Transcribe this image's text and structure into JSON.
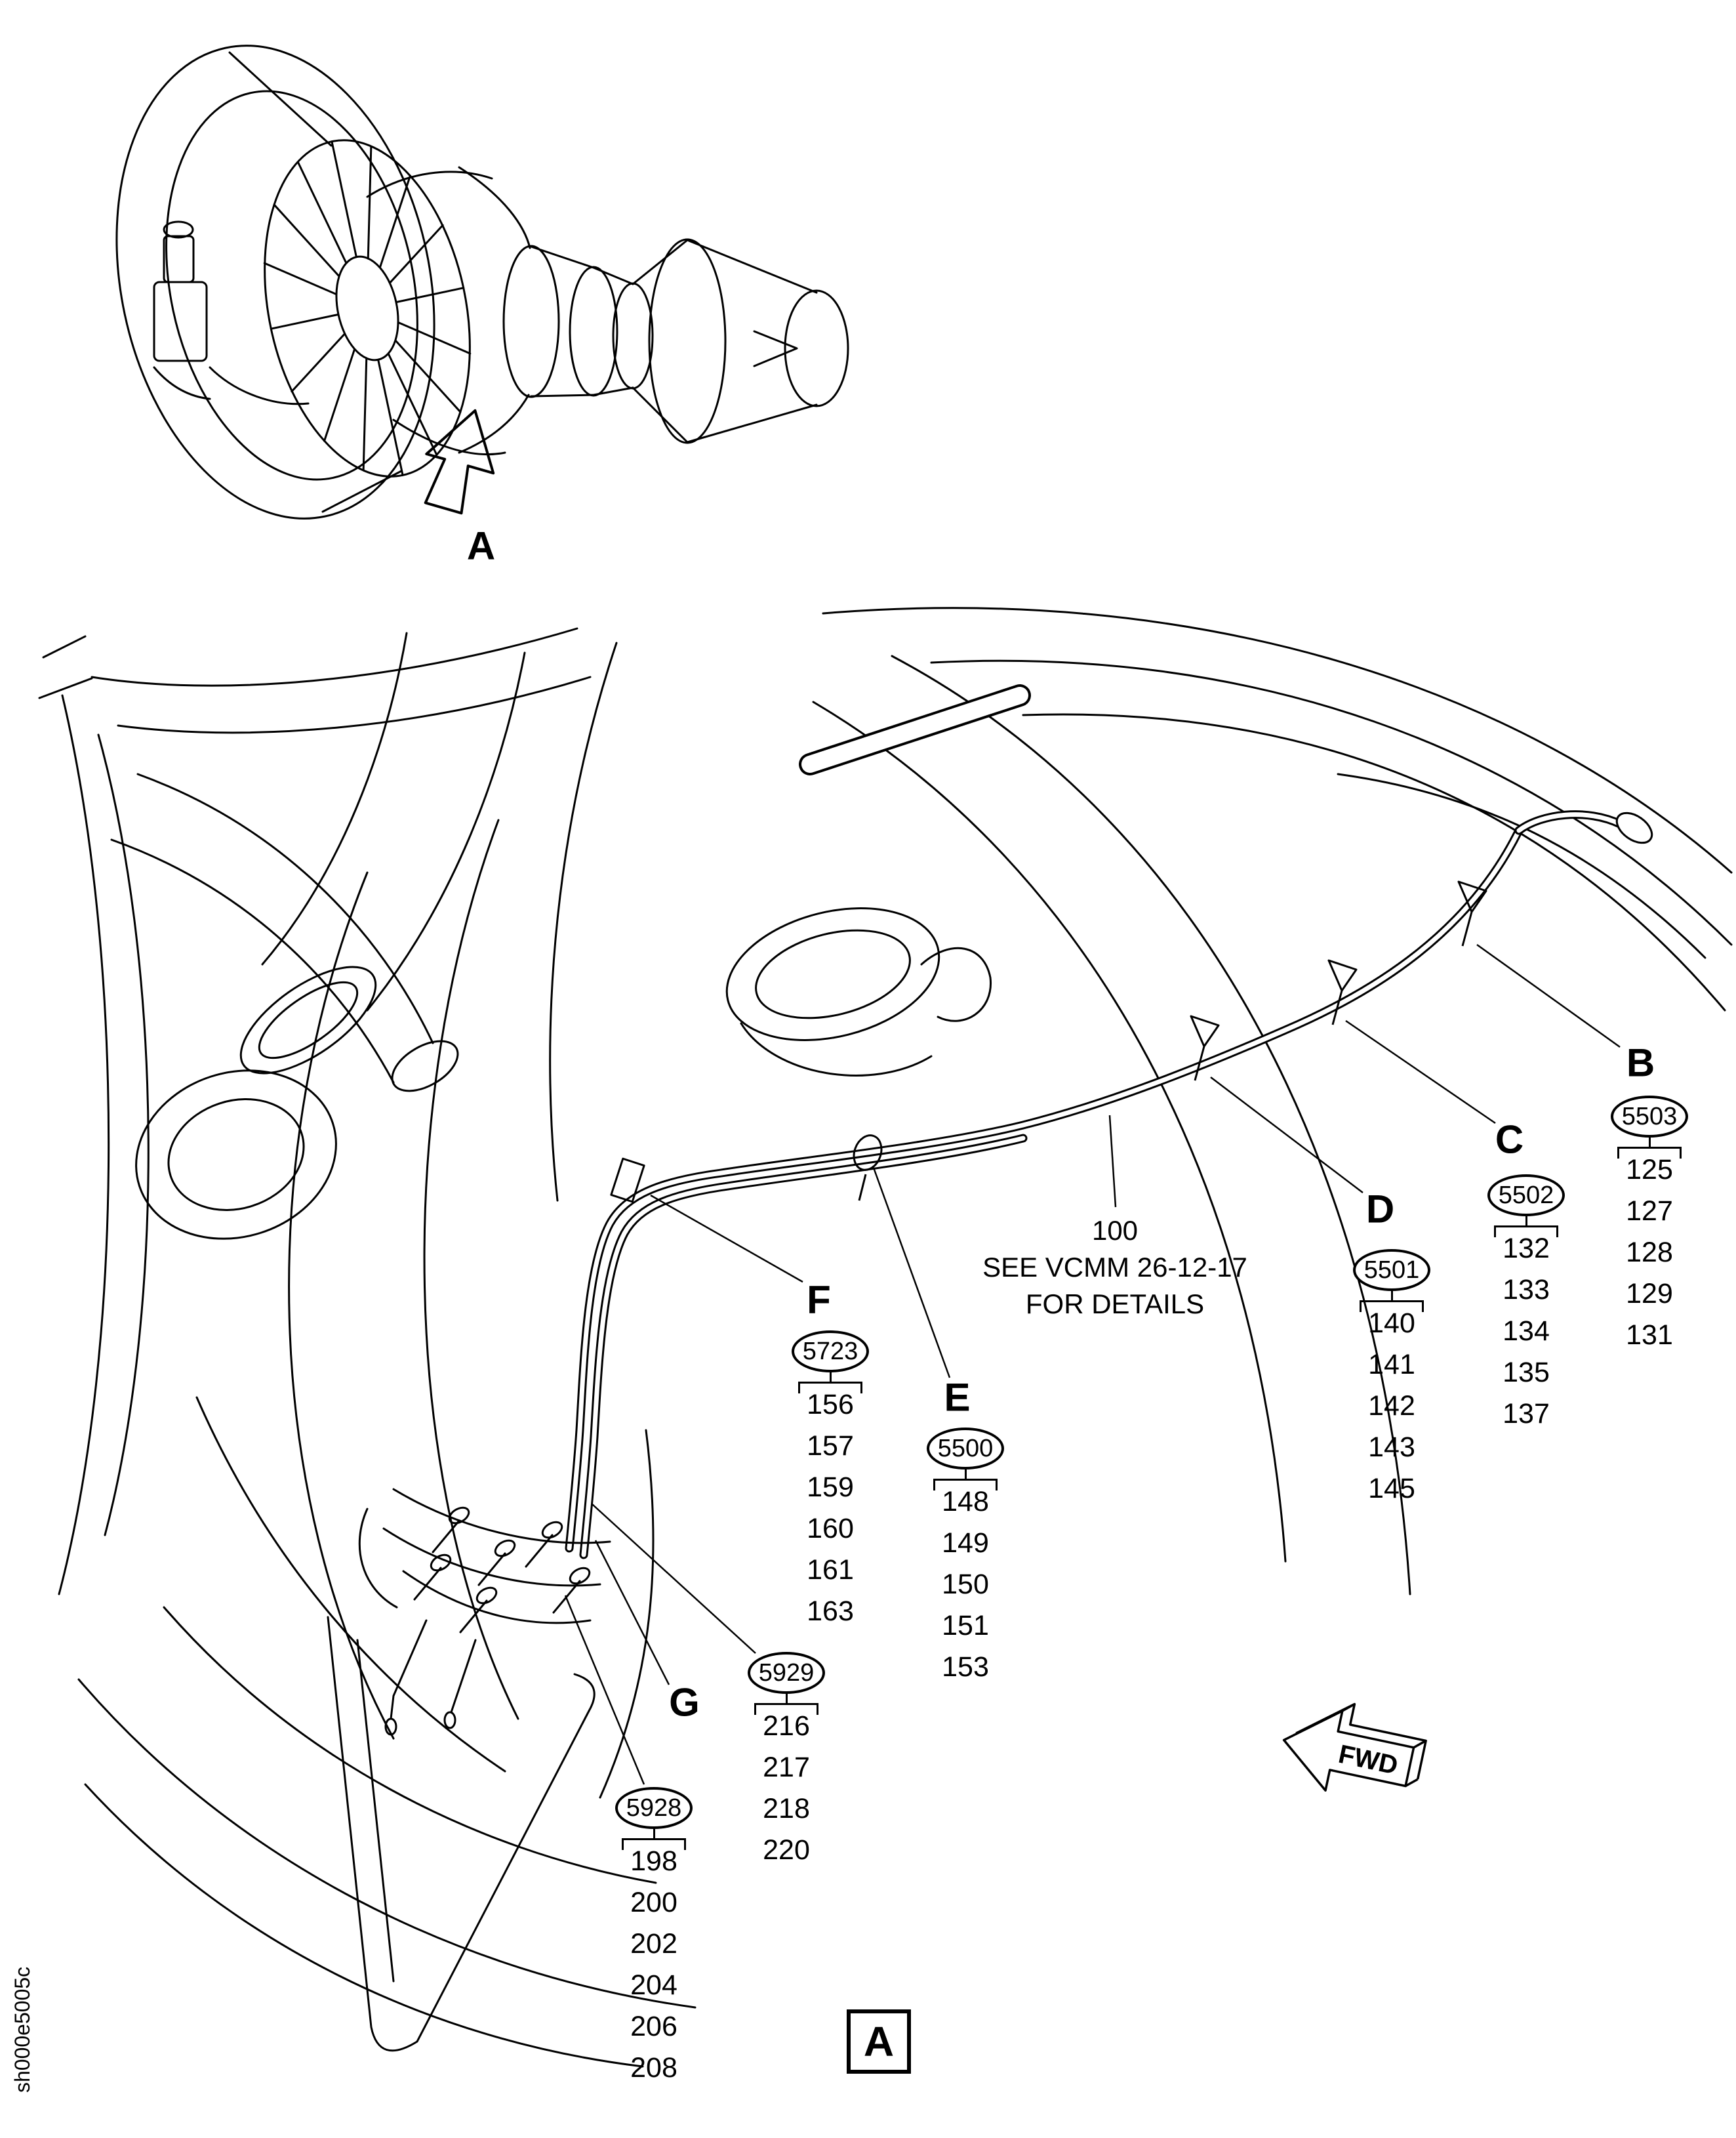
{
  "sheet": {
    "code": "sh000e5005c"
  },
  "letters": {
    "a_top": "A",
    "b": "B",
    "c": "C",
    "d": "D",
    "e": "E",
    "f": "F",
    "g": "G"
  },
  "note": {
    "ref": "100",
    "line1": "SEE VCMM 26-12-17",
    "line2": "FOR DETAILS"
  },
  "fwd": {
    "label": "FWD"
  },
  "view_tag": {
    "label": "A"
  },
  "groups": [
    {
      "callout": "B",
      "part": "5503",
      "items": [
        "125",
        "127",
        "128",
        "129",
        "131"
      ]
    },
    {
      "callout": "C",
      "part": "5502",
      "items": [
        "132",
        "133",
        "134",
        "135",
        "137"
      ]
    },
    {
      "callout": "D",
      "part": "5501",
      "items": [
        "140",
        "141",
        "142",
        "143",
        "145"
      ]
    },
    {
      "callout": "F",
      "part": "5723",
      "items": [
        "156",
        "157",
        "159",
        "160",
        "161",
        "163"
      ]
    },
    {
      "callout": "E",
      "part": "5500",
      "items": [
        "148",
        "149",
        "150",
        "151",
        "153"
      ]
    },
    {
      "callout": "",
      "part": "5929",
      "items": [
        "216",
        "217",
        "218",
        "220"
      ]
    },
    {
      "callout": "",
      "part": "5928",
      "items": [
        "198",
        "200",
        "202",
        "204",
        "206",
        "208"
      ]
    }
  ]
}
